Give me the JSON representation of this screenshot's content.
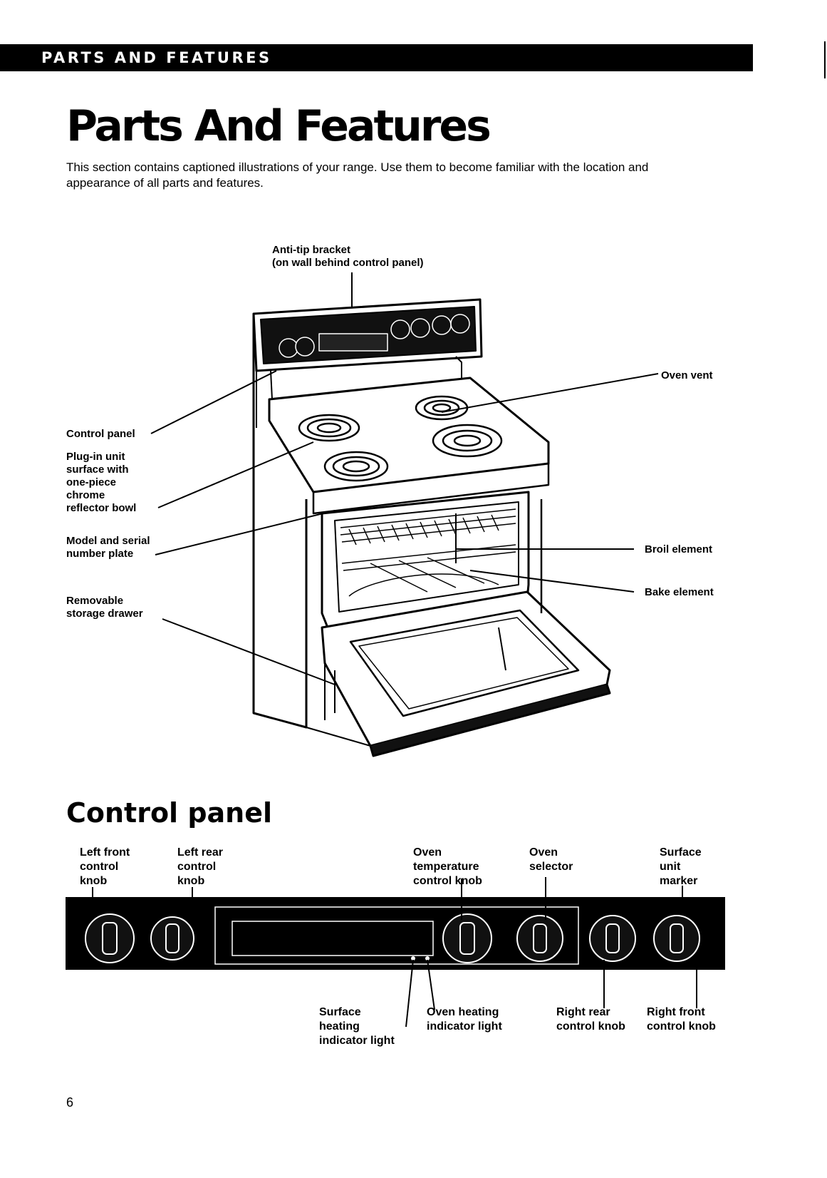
{
  "header_bar": {
    "text": "PARTS AND FEATURES"
  },
  "title": "Parts And Features",
  "intro": "This section contains captioned illustrations of your range. Use them to become familiar with the location and appearance of all parts and features.",
  "range_illustration": {
    "labels": {
      "anti_tip": "Anti-tip bracket\n(on wall behind control panel)",
      "control_panel": "Control panel",
      "plug_in": "Plug-in unit\nsurface with\none-piece\nchrome\nreflector bowl",
      "model_serial": "Model and serial\nnumber plate",
      "storage_drawer": "Removable\nstorage drawer",
      "oven_vent": "Oven vent",
      "broil": "Broil element",
      "bake": "Bake element"
    }
  },
  "control_panel": {
    "title": "Control panel",
    "labels": {
      "left_front": "Left front\ncontrol\nknob",
      "left_rear": "Left rear\ncontrol\nknob",
      "oven_temp": "Oven\ntemperature\ncontrol knob",
      "oven_selector": "Oven\nselector",
      "surface_marker": "Surface\nunit\nmarker",
      "surface_light": "Surface\nheating\nindicator light",
      "oven_light": "Oven heating\nindicator light",
      "right_rear": "Right rear\ncontrol knob",
      "right_front": "Right front\ncontrol knob"
    }
  },
  "page_number": "6"
}
